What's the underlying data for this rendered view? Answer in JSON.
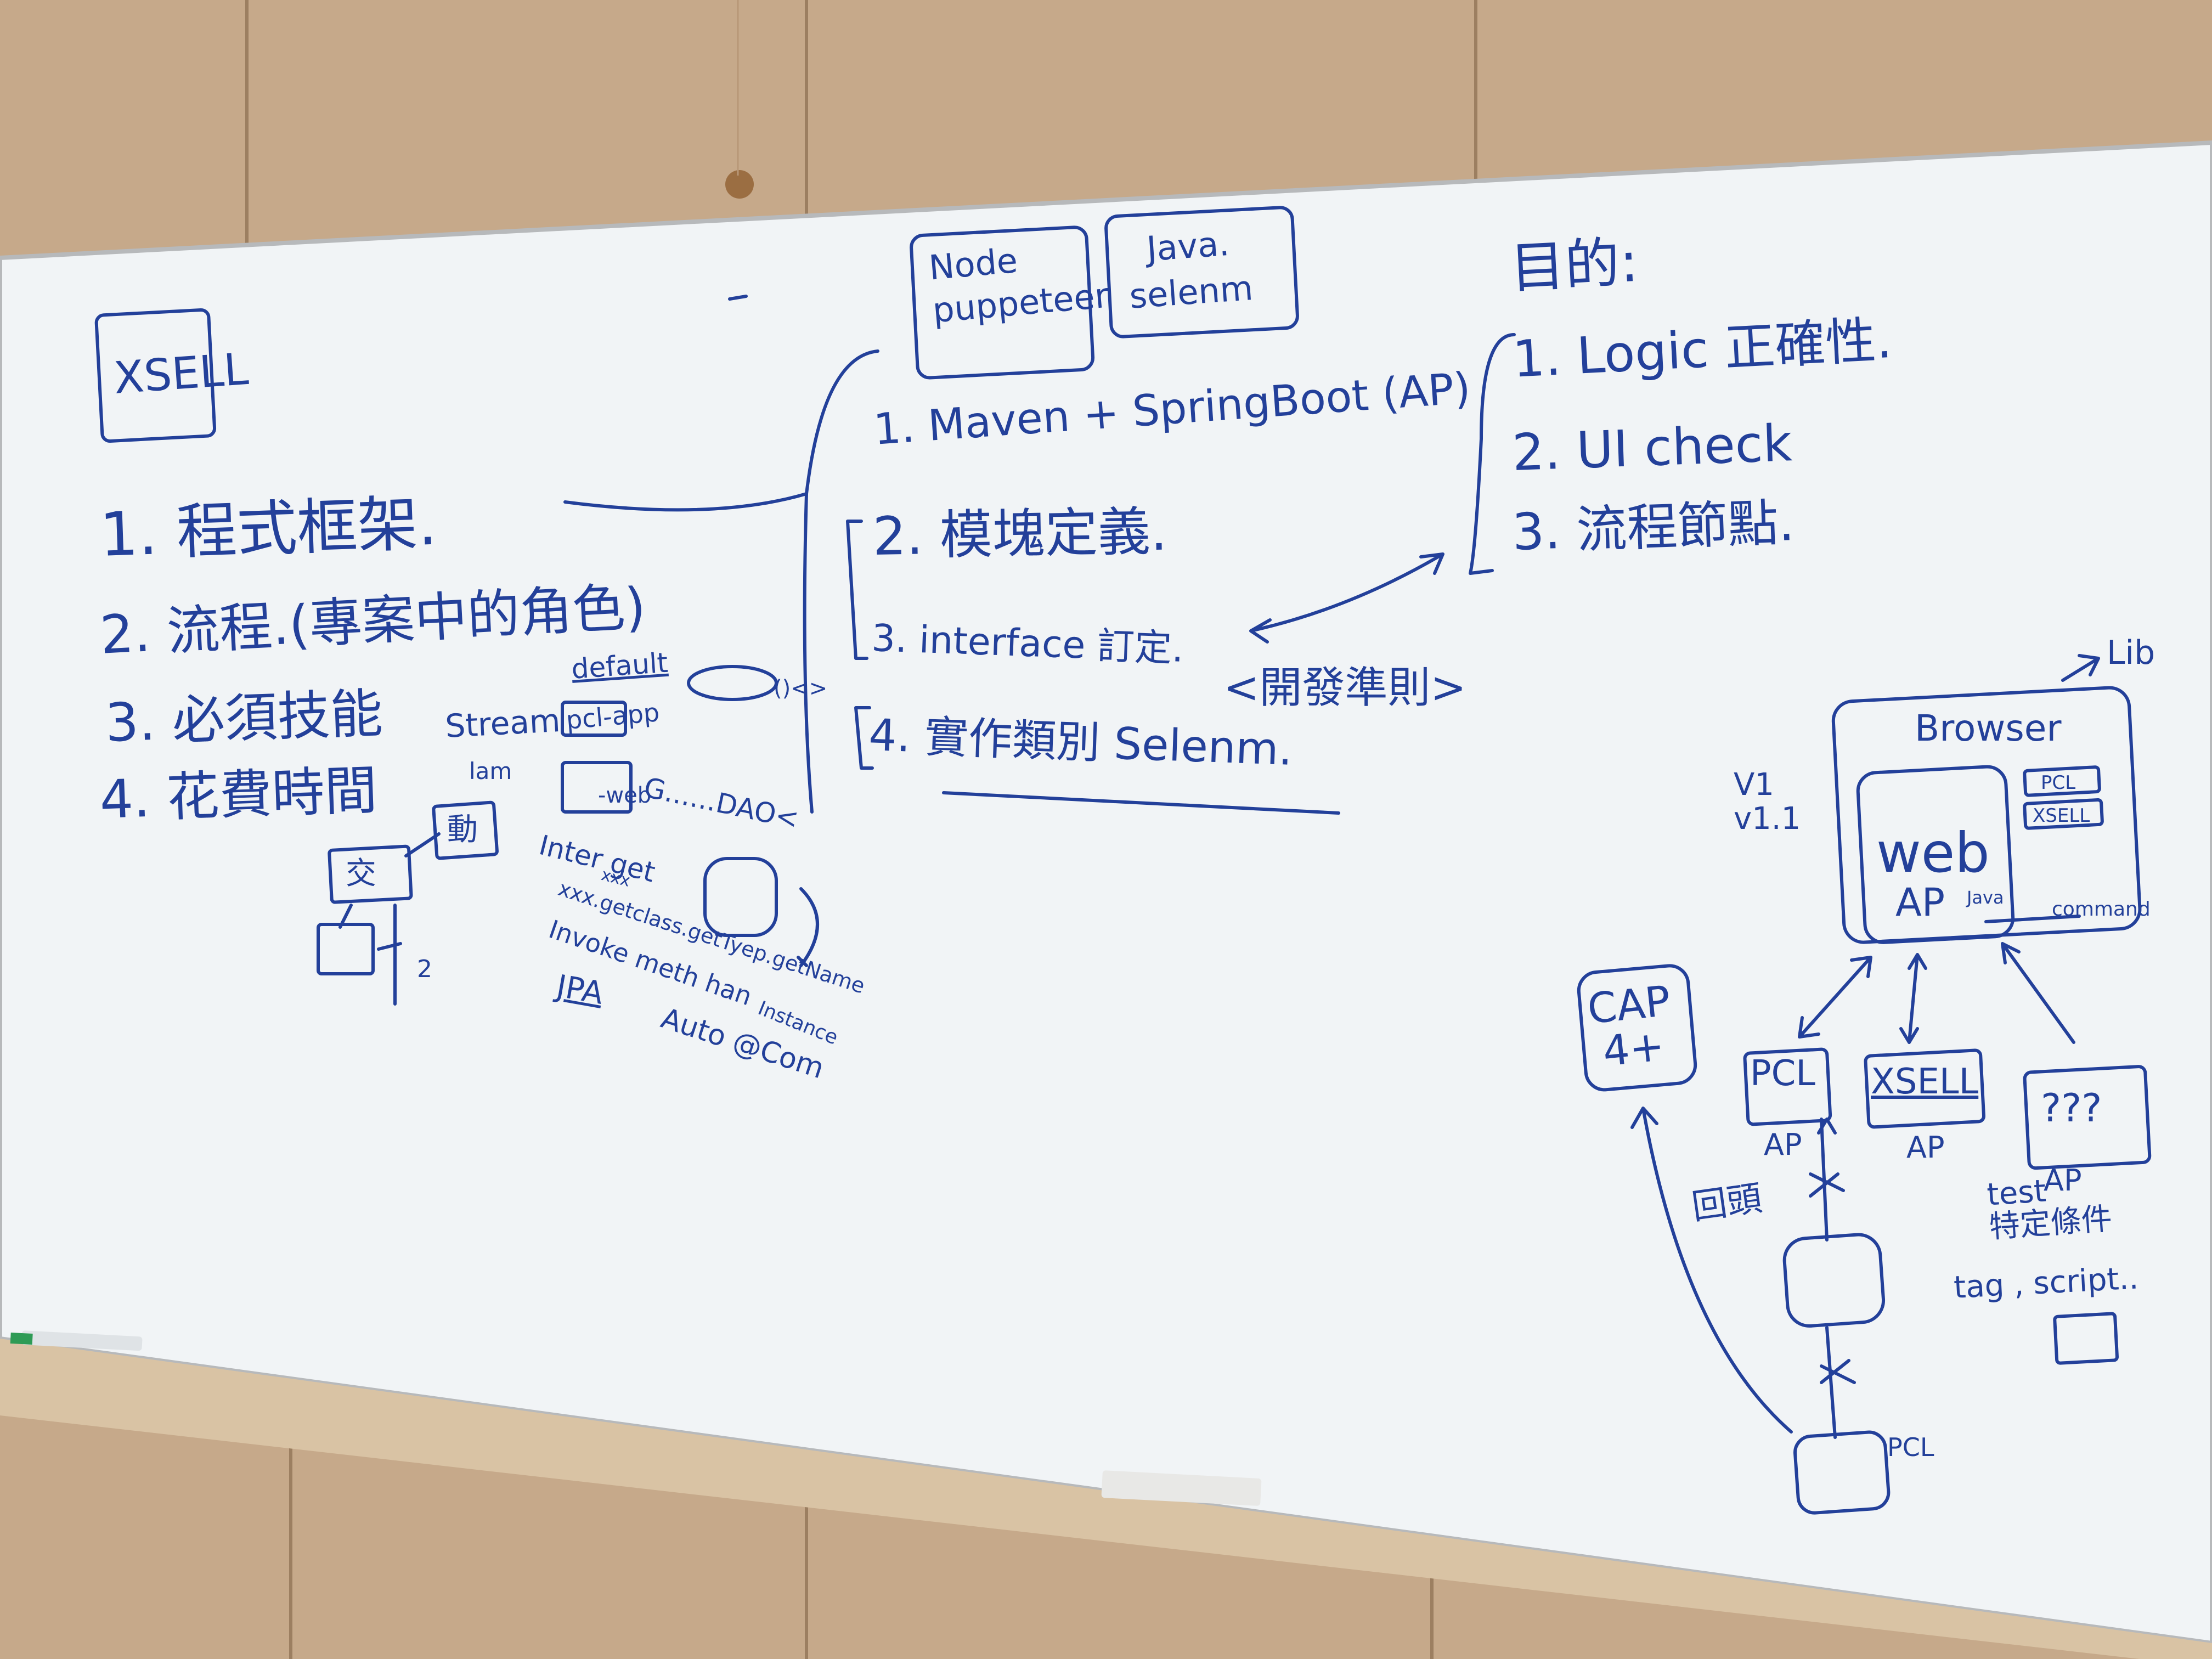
{
  "colors": {
    "ink": "#23409a",
    "board": "#f3f5f6",
    "wood": "#c9ae8f",
    "tray": "#d8c2a5"
  },
  "board": {
    "xsell_box": "XSELL",
    "left_list": [
      "1. 程式框架.",
      "2. 流程.(專案中的角色)",
      "3. 必須技能",
      "4. 花費時間"
    ],
    "small_notes": {
      "stream": "Stream",
      "lam": "lam",
      "default": "default",
      "pcl_app": "pcl-app",
      "web": "-web",
      "dao": "G......DAO<",
      "parens": "()<>",
      "inter": "Inter get",
      "xxx": "xxx",
      "getclass": "xxx.getclass.getTyep.getName",
      "invoke": "Invoke meth  han",
      "instance": "Instance",
      "jpa": "JPA",
      "auto": "Auto @Com",
      "jiao": "交",
      "dong": "動",
      "two": "2"
    },
    "frameworks": {
      "node": "Node\npuppeteer",
      "java": "Java.\nselenm"
    },
    "middle_list": [
      "1. Maven + SpringBoot (AP)",
      "2. 模塊定義.",
      "3. interface 訂定.",
      "4. 實作類別  Selenm."
    ],
    "open_close": "<開發準則>",
    "purpose_title": "目的:",
    "purpose_list": [
      "1. Logic 正確性.",
      "2. UI check",
      "3. 流程節點."
    ],
    "diagram": {
      "lib": "Lib",
      "browser": "Browser",
      "versions": "V1\nv1.1",
      "web": "web",
      "ap": "AP",
      "java": "Java",
      "command": "command",
      "tag_pcl": "PCL",
      "tag_xsell": "XSELL",
      "cap": "CAP\n4+",
      "pcl": "PCL",
      "xsell": "XSELL",
      "unknown": "???",
      "ap_pcl": "AP",
      "ap_xsell": "AP",
      "ap_unknown": "AP",
      "huitou": "回頭",
      "test_cond": "test\n特定條件",
      "tag_script": "tag , script..",
      "bottom_pcl": "PCL"
    }
  }
}
